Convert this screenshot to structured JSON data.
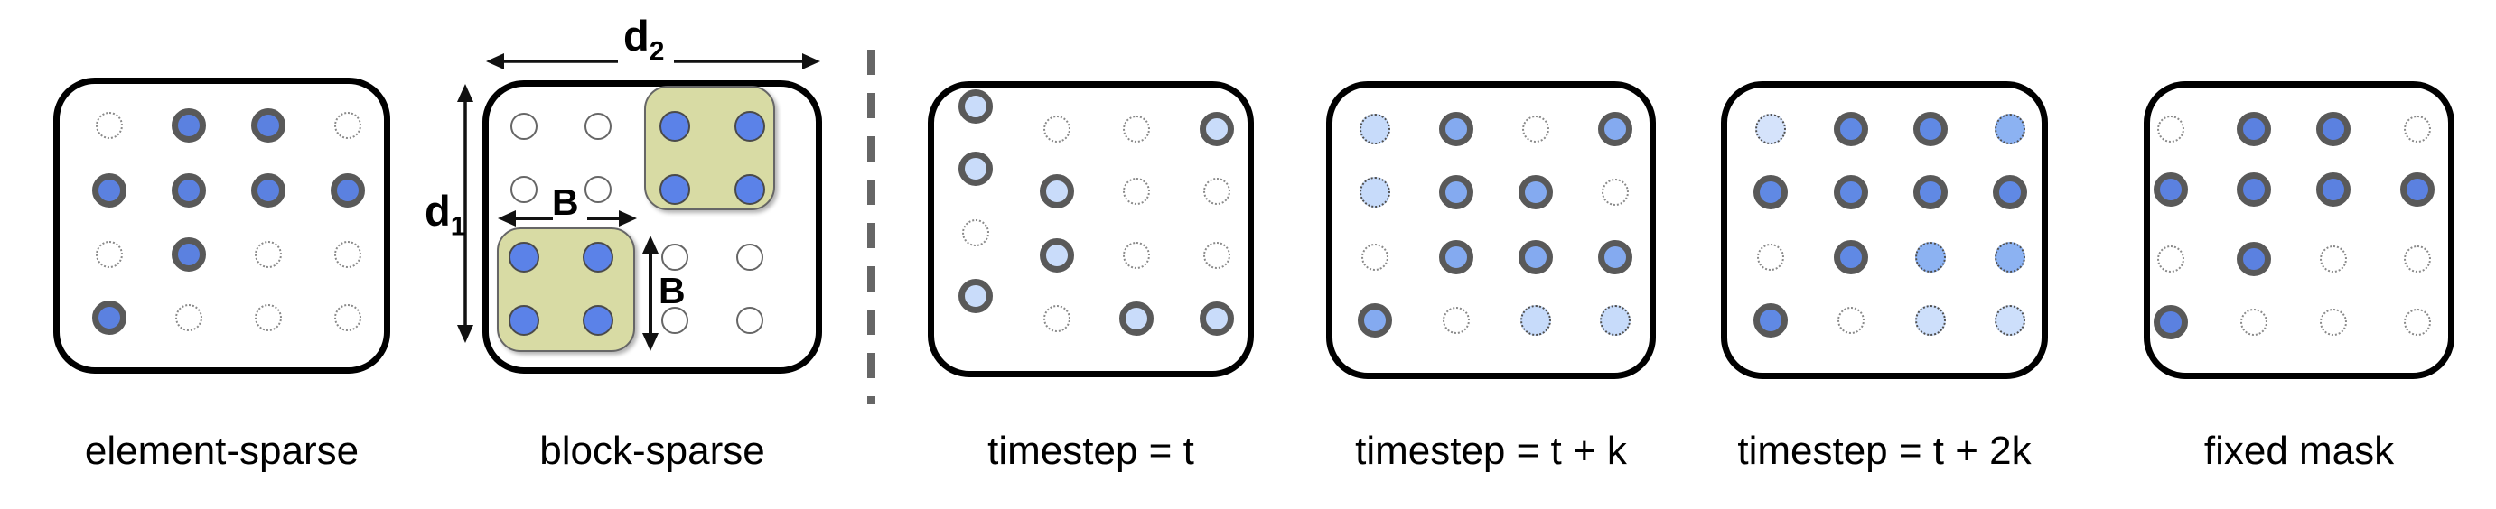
{
  "panels": [
    {
      "label": "element-sparse",
      "dot_palette": {
        "f": "#5b81e0"
      },
      "grid": [
        [
          "e",
          "f",
          "f",
          "e"
        ],
        [
          "f",
          "f",
          "f",
          "f"
        ],
        [
          "e",
          "f",
          "e",
          "e"
        ],
        [
          "f",
          "e",
          "e",
          "e"
        ]
      ]
    },
    {
      "label": "block-sparse",
      "dot_palette": {
        "b": "#5b82e8"
      },
      "grid": [
        [
          "w",
          "w",
          "b",
          "b"
        ],
        [
          "w",
          "w",
          "b",
          "b"
        ],
        [
          "b",
          "b",
          "w",
          "w"
        ],
        [
          "b",
          "b",
          "w",
          "w"
        ]
      ],
      "annotations": {
        "width_label_base": "d",
        "width_label_sub": "2",
        "height_label_base": "d",
        "height_label_sub": "1",
        "block_width_label": "B",
        "block_height_label": "B"
      }
    },
    {
      "label": "timestep = t",
      "dot_palette": {
        "f": "#c9dcfa"
      },
      "grid": [
        [
          "f",
          "e",
          "e",
          "f"
        ],
        [
          "f",
          "f",
          "e",
          "e"
        ],
        [
          "e",
          "f",
          "e",
          "e"
        ],
        [
          "f",
          "e",
          "f",
          "f"
        ]
      ]
    },
    {
      "label": "timestep = t + k",
      "dot_palette": {
        "f": "#84aaf0",
        "l": "#c7dbfa"
      },
      "grid": [
        [
          "l",
          "f",
          "e",
          "f"
        ],
        [
          "l",
          "f",
          "f",
          "e"
        ],
        [
          "e",
          "f",
          "f",
          "f"
        ],
        [
          "f",
          "e",
          "l",
          "l"
        ]
      ]
    },
    {
      "label": "timestep = t + 2k",
      "dot_palette": {
        "f": "#6089e4",
        "m": "#8cb2f2",
        "l": "#cddffb",
        "t": "#d5e3fb"
      },
      "grid": [
        [
          "t",
          "f",
          "f",
          "m"
        ],
        [
          "f",
          "f",
          "f",
          "f"
        ],
        [
          "e",
          "f",
          "m",
          "m"
        ],
        [
          "f",
          "e",
          "l",
          "l"
        ]
      ]
    },
    {
      "label": "fixed mask",
      "dot_palette": {
        "f": "#5b81e0"
      },
      "grid": [
        [
          "e",
          "f",
          "f",
          "e"
        ],
        [
          "f",
          "f",
          "f",
          "f"
        ],
        [
          "e",
          "f",
          "e",
          "e"
        ],
        [
          "f",
          "e",
          "e",
          "e"
        ]
      ]
    }
  ],
  "dot_legend": {
    "f": "active-dot-ring-filled",
    "e": "inactive-dot-dashed-empty",
    "l": "light-dot-dashed-filled",
    "m": "medium-dot-dashed-filled",
    "t": "faint-dot-dashed-filled",
    "w": "empty-dot-solid-outline",
    "b": "block-dot-filled"
  },
  "colors": {
    "ring": "#595959",
    "block_fill": "#d8dba4",
    "divider": "#666666",
    "panel_border": "#000000"
  }
}
